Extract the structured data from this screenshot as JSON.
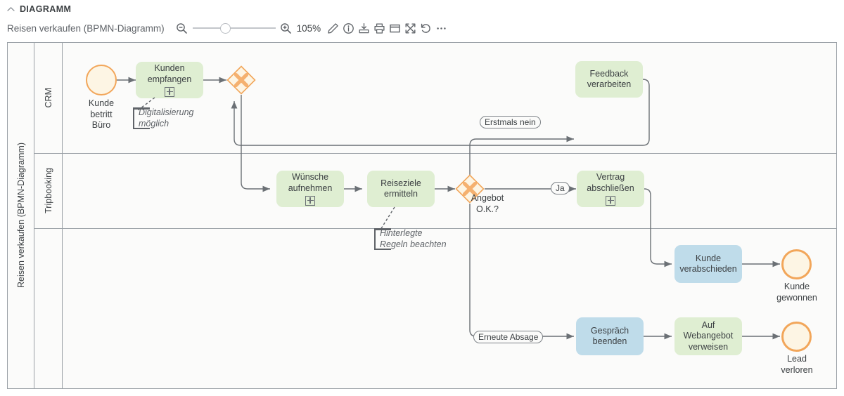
{
  "header": {
    "section_title": "DIAGRAMM",
    "collapse_icon": "chevron-up-icon",
    "diagram_name": "Reisen verkaufen (BPMN-Diagramm)",
    "zoom_out_icon": "zoom-out-icon",
    "zoom_in_icon": "zoom-in-icon",
    "zoom_level": "105%",
    "slider_position_pct": 33,
    "tools": [
      {
        "name": "edit-icon",
        "title": "Bearbeiten"
      },
      {
        "name": "info-icon",
        "title": "Info"
      },
      {
        "name": "download-icon",
        "title": "Herunterladen"
      },
      {
        "name": "print-icon",
        "title": "Drucken"
      },
      {
        "name": "window-icon",
        "title": "Fenster"
      },
      {
        "name": "fullscreen-icon",
        "title": "Vollbild"
      },
      {
        "name": "undo-icon",
        "title": "Zuruecksetzen"
      },
      {
        "name": "more-icon",
        "title": "Mehr"
      }
    ]
  },
  "diagram": {
    "pool_label": "Reisen verkaufen (BPMN-Diagramm)",
    "lanes": [
      {
        "label": "CRM"
      },
      {
        "label": "Tripbooking"
      },
      {
        "label": ""
      }
    ],
    "events": [
      {
        "id": "start",
        "label": "Kunde\nbetritt\nBüro",
        "type": "start-event"
      },
      {
        "id": "end_won",
        "label": "Kunde\ngewonnen",
        "type": "end-event"
      },
      {
        "id": "end_lost",
        "label": "Lead\nverloren",
        "type": "end-event"
      }
    ],
    "tasks": [
      {
        "id": "t_kunden_empfangen",
        "label": "Kunden\nempfangen",
        "color": "green",
        "subprocess": true
      },
      {
        "id": "t_feedback",
        "label": "Feedback\nverarbeiten",
        "color": "green",
        "subprocess": false
      },
      {
        "id": "t_wuensche",
        "label": "Wünsche\naufnehmen",
        "color": "green",
        "subprocess": true
      },
      {
        "id": "t_reiseziele",
        "label": "Reiseziele\nermitteln",
        "color": "green",
        "subprocess": false
      },
      {
        "id": "t_vertrag",
        "label": "Vertrag\nabschließen",
        "color": "green",
        "subprocess": true
      },
      {
        "id": "t_verabschieden",
        "label": "Kunde\nverabschieden",
        "color": "blue",
        "subprocess": false
      },
      {
        "id": "t_gespraech",
        "label": "Gespräch\nbeenden",
        "color": "blue",
        "subprocess": false
      },
      {
        "id": "t_webangebot",
        "label": "Auf\nWebangebot\nverweisen",
        "color": "green",
        "subprocess": false
      }
    ],
    "gateways": [
      {
        "id": "gw1",
        "label": "",
        "type": "exclusive-gateway"
      },
      {
        "id": "gw2",
        "label": "Angebot\nO.K.?",
        "type": "exclusive-gateway"
      }
    ],
    "flow_labels": [
      {
        "id": "lbl_erstmals_nein",
        "text": "Erstmals nein"
      },
      {
        "id": "lbl_ja",
        "text": "Ja"
      },
      {
        "id": "lbl_erneute_absage",
        "text": "Erneute Absage"
      }
    ],
    "annotations": [
      {
        "id": "ann_digitalisierung",
        "text": "Digitalisierung\nmöglich"
      },
      {
        "id": "ann_regeln",
        "text": "Hinterlegte\nRegeln beachten"
      }
    ]
  },
  "colors": {
    "task_green": "#dfeed2",
    "task_blue": "#bfdcea",
    "event_fill": "#fdf5e4",
    "event_stroke": "#f2a65a",
    "gateway_fill": "#fdf5e4",
    "gateway_stroke": "#f2a65a",
    "gateway_symbol": "#f5b170",
    "connector": "#6b7075",
    "lane_border": "#9aa0a6",
    "canvas_bg": "#fbfbfa"
  }
}
